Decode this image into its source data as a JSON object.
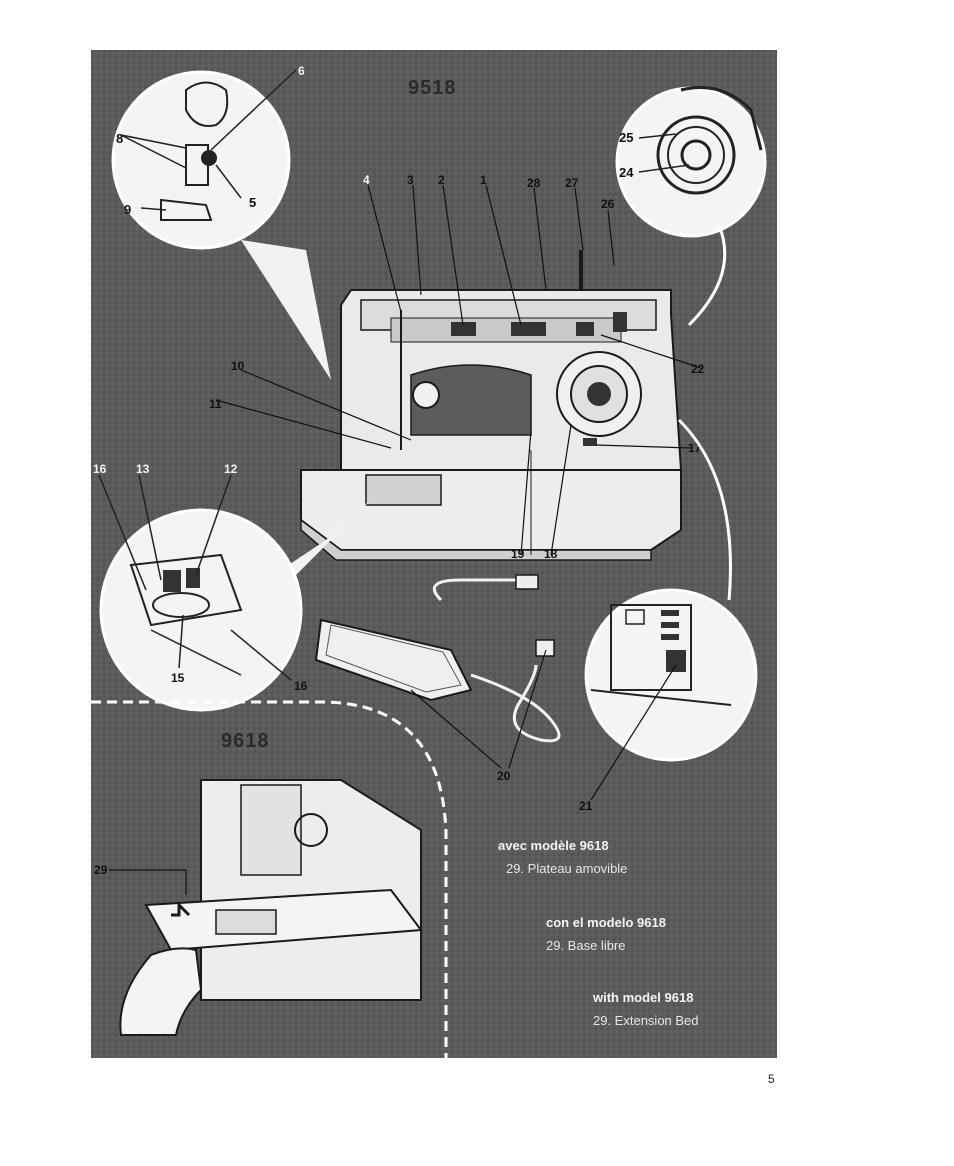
{
  "model_top": "9518",
  "model_bottom": "9618",
  "callouts": {
    "c1": "1",
    "c2": "2",
    "c3": "3",
    "c4": "4",
    "c5": "5",
    "c6": "6",
    "c8": "8",
    "c9": "9",
    "c10": "10",
    "c11": "11",
    "c12": "12",
    "c13": "13",
    "c15": "15",
    "c16a": "16",
    "c16b": "16",
    "c17": "17",
    "c18": "18",
    "c19": "19",
    "c20": "20",
    "c21": "21",
    "c22": "22",
    "c24": "24",
    "c25": "25",
    "c26": "26",
    "c27": "27",
    "c28": "28",
    "c29": "29"
  },
  "captions": [
    {
      "heading": "avec modèle 9618",
      "item": "29. Plateau amovible"
    },
    {
      "heading": "con el modelo 9618",
      "item": "29. Base libre"
    },
    {
      "heading": "with model 9618",
      "item": "29. Extension Bed"
    }
  ],
  "page_number": "5"
}
